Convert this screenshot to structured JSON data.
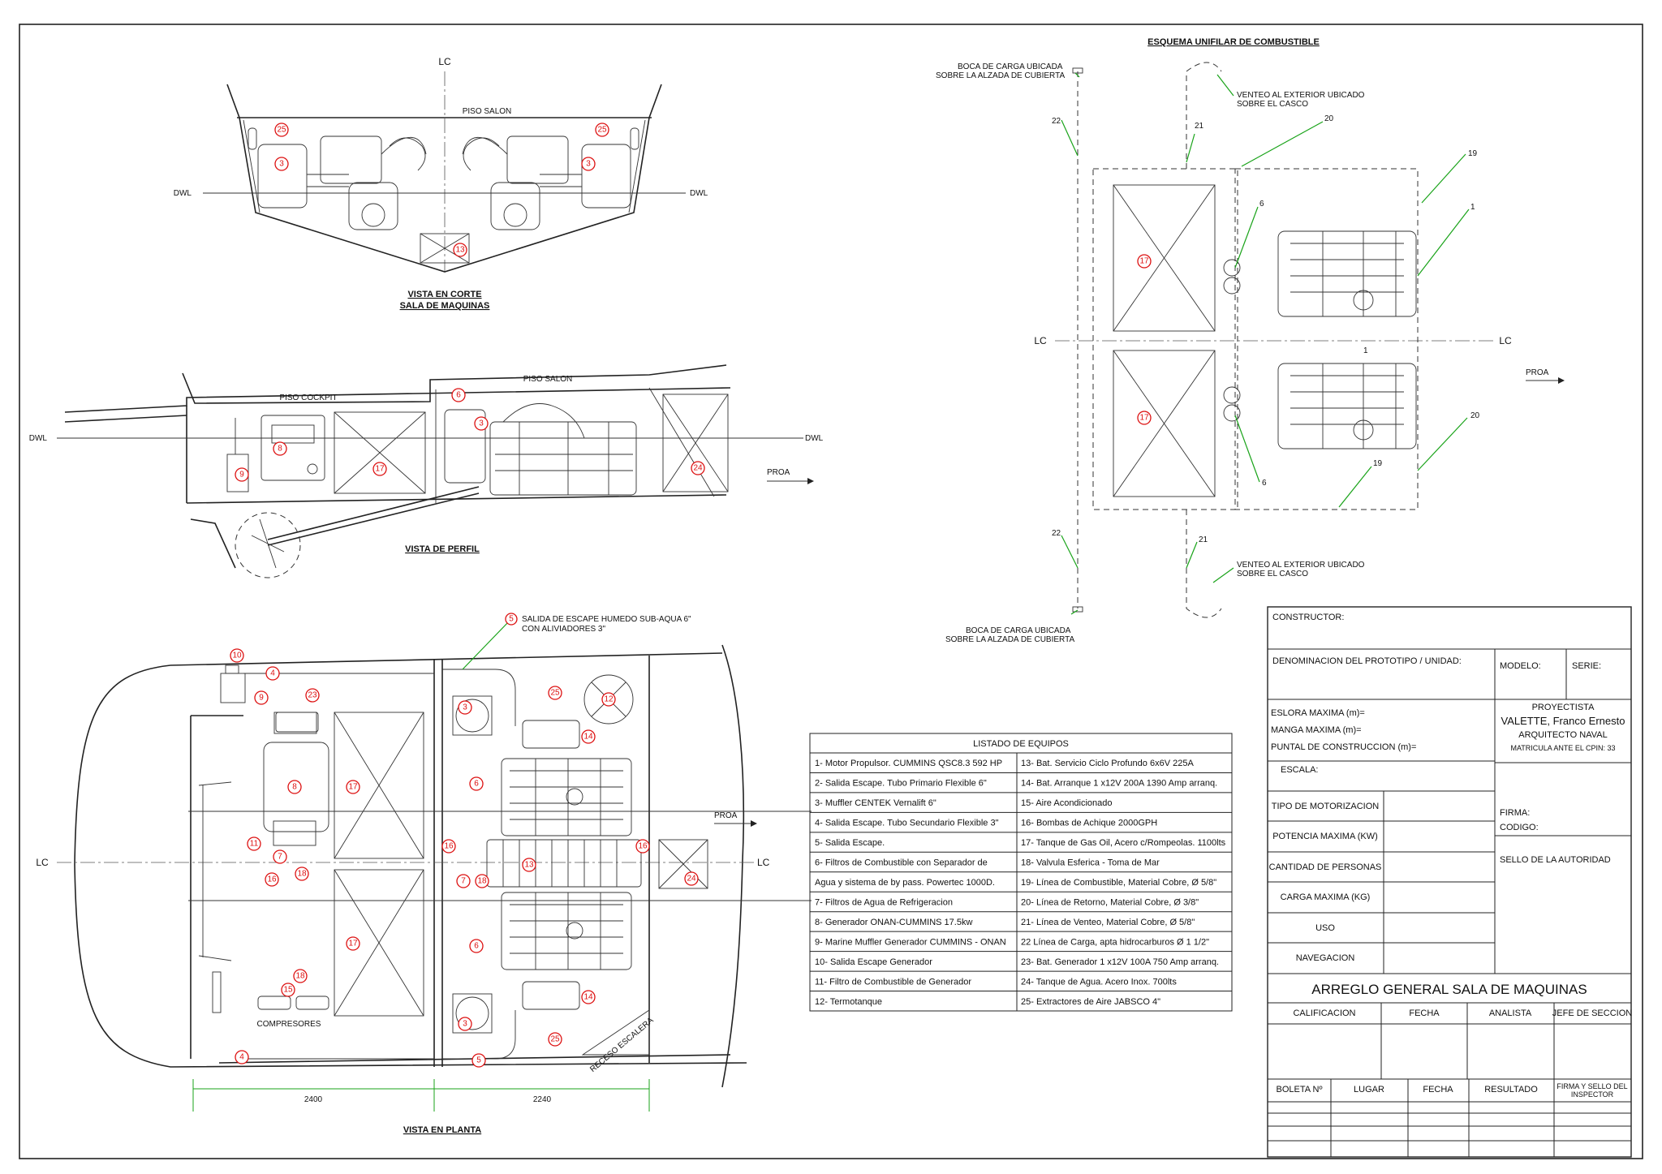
{
  "labels": {
    "lc": "LC",
    "dwl": "DWL",
    "proa": "PROA",
    "piso_salon": "PISO SALON",
    "piso_cockpit": "PISO COCKPIT",
    "compresores": "COMPRESORES",
    "receso_escalera": "RECESO ESCALERA"
  },
  "views": {
    "corte_line1": "VISTA EN CORTE",
    "corte_line2": "SALA DE MAQUINAS",
    "perfil": "VISTA DE PERFIL",
    "planta": "VISTA EN PLANTA",
    "esquema": "ESQUEMA UNIFILAR DE COMBUSTIBLE"
  },
  "notes": {
    "boca_line1": "BOCA DE CARGA UBICADA",
    "boca_line2": "SOBRE LA ALZADA DE CUBIERTA",
    "venteo_line1": "VENTEO AL EXTERIOR UBICADO",
    "venteo_line2": "SOBRE EL CASCO",
    "escape_line1": "SALIDA DE ESCAPE HUMEDO SUB-AQUA 6\"",
    "escape_line2": "CON ALIVIADORES 3\""
  },
  "dimensions": {
    "d1": "2400",
    "d2": "2240"
  },
  "schematic_numbers": {
    "n22": "22",
    "n21": "21",
    "n20": "20",
    "n19": "19",
    "n1": "1",
    "n6": "6"
  },
  "equipment": {
    "title": "LISTADO   DE   EQUIPOS",
    "left": [
      "1- Motor Propulsor. CUMMINS  QSC8.3 592 HP",
      "2- Salida Escape. Tubo Primario Flexible 6\"",
      "3- Muffler CENTEK Vernalift 6\"",
      "4- Salida Escape. Tubo Secundario Flexible 3\"",
      "5- Salida Escape.",
      "6- Filtros de Combustible con Separador de",
      "   Agua y sistema de by pass. Powertec 1000D.",
      "7- Filtros de Agua de Refrigeracion",
      "8- Generador ONAN-CUMMINS 17.5kw",
      "9- Marine Muffler Generador CUMMINS - ONAN",
      "10- Salida Escape Generador",
      "11- Filtro de Combustible de Generador",
      "12- Termotanque"
    ],
    "right": [
      "13- Bat. Servicio Ciclo Profundo 6x6V 225A",
      "14- Bat. Arranque 1 x12V 200A 1390 Amp arranq.",
      "15- Aire Acondicionado",
      "16- Bombas de Achique 2000GPH",
      "17- Tanque de Gas Oil, Acero c/Rompeolas. 1100lts",
      "18- Valvula Esferica - Toma de Mar",
      "19- Línea de Combustible, Material Cobre, Ø 5/8\"",
      "20- Línea de Retorno, Material Cobre, Ø 3/8\"",
      "21- Línea de Venteo, Material Cobre, Ø 5/8\"",
      "22  Línea de Carga, apta hidrocarburos Ø 1 1/2\"",
      "23- Bat. Generador 1 x12V 100A 750 Amp arranq.",
      "24- Tanque de Agua. Acero Inox. 700lts",
      "25- Extractores de Aire JABSCO 4\""
    ]
  },
  "title_block": {
    "constructor": "CONSTRUCTOR:",
    "denominacion": "DENOMINACION DEL PROTOTIPO / UNIDAD:",
    "modelo": "MODELO:",
    "serie": "SERIE:",
    "eslora": "ESLORA MAXIMA (m)=",
    "manga": "MANGA MAXIMA (m)=",
    "puntal": "PUNTAL DE CONSTRUCCION (m)=",
    "escala": "ESCALA:",
    "proyectista": "PROYECTISTA",
    "nombre": "VALETTE, Franco Ernesto",
    "profesion": "ARQUITECTO NAVAL",
    "matricula": "MATRICULA ANTE EL CPIN: 33",
    "tipo_motor": "TIPO DE MOTORIZACION",
    "potencia": "POTENCIA MAXIMA (KW)",
    "personas": "CANTIDAD DE PERSONAS",
    "carga": "CARGA MAXIMA (KG)",
    "uso": "USO",
    "navegacion": "NAVEGACION",
    "firma": "FIRMA:",
    "codigo": "CODIGO:",
    "sello": "SELLO DE LA AUTORIDAD",
    "titulo": "ARREGLO GENERAL SALA DE MAQUINAS",
    "calificacion": "CALIFICACION",
    "fecha": "FECHA",
    "analista": "ANALISTA",
    "jefe": "JEFE DE SECCION",
    "boleta": "BOLETA Nº",
    "lugar": "LUGAR",
    "fecha2": "FECHA",
    "resultado": "RESULTADO",
    "firma_sello_1": "FIRMA Y SELLO DEL",
    "firma_sello_2": "INSPECTOR"
  }
}
